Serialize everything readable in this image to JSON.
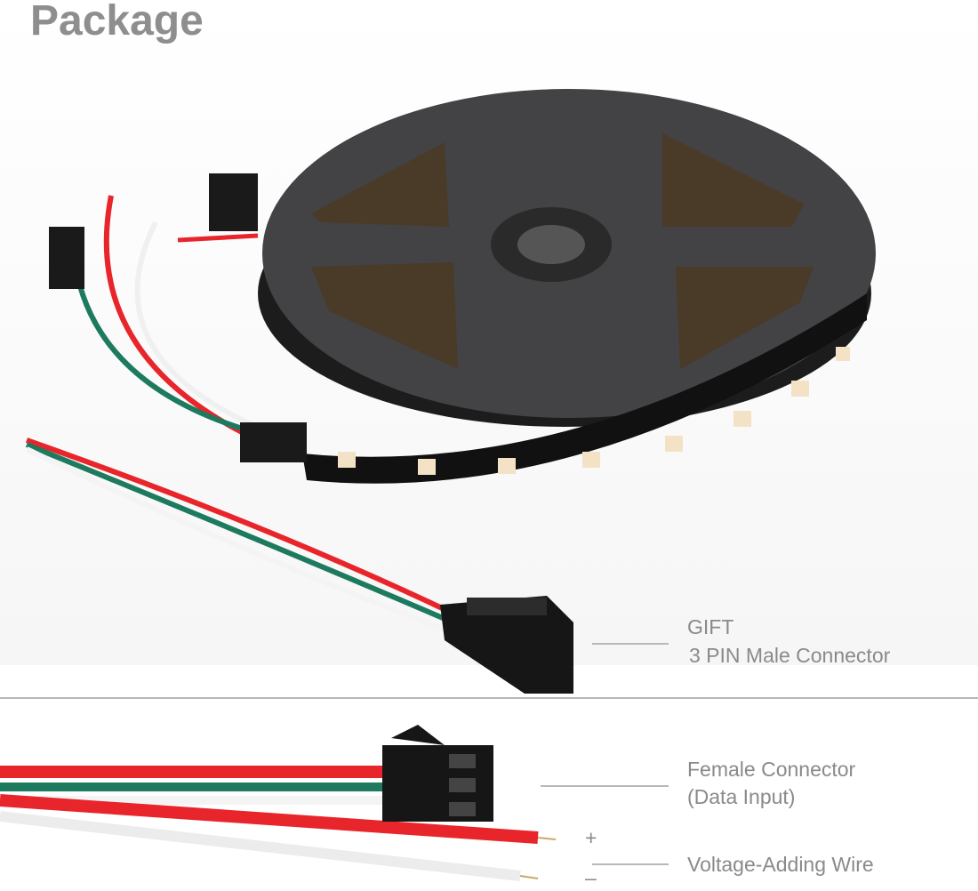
{
  "header": {
    "title": "Package"
  },
  "labels": {
    "gift": "GIFT",
    "male_connector": "3 PIN Male Connector",
    "female_connector_line1": "Female Connector",
    "female_connector_line2": "(Data Input)",
    "plus": "+",
    "minus": "–",
    "voltage_wire": "Voltage-Adding Wire"
  },
  "colors": {
    "wire_red": "#e8252b",
    "wire_green": "#1e7a5e",
    "wire_white": "#f4f4f4",
    "reel": "#3a3a3c",
    "label_text": "#8a8a8a"
  }
}
